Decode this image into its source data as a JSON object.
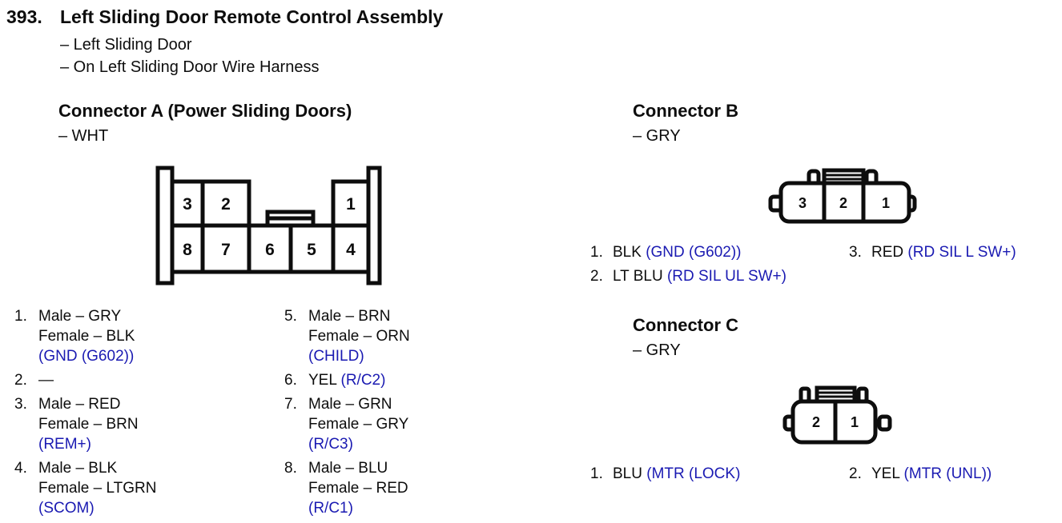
{
  "colors": {
    "ink": "#0d0d0d",
    "link_blue": "#1a1ab2"
  },
  "header": {
    "number": "393.",
    "title": "Left Sliding Door Remote Control Assembly",
    "location_lines": [
      "– Left Sliding Door",
      "– On Left Sliding Door Wire Harness"
    ]
  },
  "connector_a": {
    "title": "Connector A (Power Sliding Doors)",
    "housing_color": "– WHT",
    "diagram": {
      "top_cells": [
        "3",
        "2",
        "1"
      ],
      "bottom_cells": [
        "8",
        "7",
        "6",
        "5",
        "4"
      ]
    },
    "pins_left": [
      {
        "num": "1.",
        "lines": [
          {
            "black": "Male – GRY"
          },
          {
            "black": "Female – BLK"
          },
          {
            "blue": "(GND (G602))"
          }
        ]
      },
      {
        "num": "2.",
        "lines": [
          {
            "black": "—"
          }
        ]
      },
      {
        "num": "3.",
        "lines": [
          {
            "black": "Male – RED"
          },
          {
            "black": "Female – BRN"
          },
          {
            "blue": "(REM+)"
          }
        ]
      },
      {
        "num": "4.",
        "lines": [
          {
            "black": "Male – BLK"
          },
          {
            "black": "Female – LTGRN"
          },
          {
            "blue": "(SCOM)"
          }
        ]
      }
    ],
    "pins_right": [
      {
        "num": "5.",
        "lines": [
          {
            "black": "Male – BRN"
          },
          {
            "black": "Female – ORN"
          },
          {
            "blue": "(CHILD)"
          }
        ]
      },
      {
        "num": "6.",
        "lines": [
          {
            "black": "YEL ",
            "blue": "(R/C2)"
          }
        ]
      },
      {
        "num": "7.",
        "lines": [
          {
            "black": "Male – GRN"
          },
          {
            "black": "Female – GRY"
          },
          {
            "blue": "(R/C3)"
          }
        ]
      },
      {
        "num": "8.",
        "lines": [
          {
            "black": "Male – BLU"
          },
          {
            "black": "Female – RED"
          },
          {
            "blue": "(R/C1)"
          }
        ]
      }
    ]
  },
  "connector_b": {
    "title": "Connector B",
    "housing_color": "– GRY",
    "diagram": {
      "cells": [
        "3",
        "2",
        "1"
      ]
    },
    "pins_left": [
      {
        "num": "1.",
        "lines": [
          {
            "black": "BLK ",
            "blue": "(GND (G602))"
          }
        ]
      },
      {
        "num": "2.",
        "lines": [
          {
            "black": "LT BLU ",
            "blue": "(RD SIL UL SW+)"
          }
        ]
      }
    ],
    "pins_right": [
      {
        "num": "3.",
        "lines": [
          {
            "black": "RED ",
            "blue": "(RD SIL L SW+)"
          }
        ]
      }
    ]
  },
  "connector_c": {
    "title": "Connector C",
    "housing_color": "– GRY",
    "diagram": {
      "cells": [
        "2",
        "1"
      ]
    },
    "pins_left": [
      {
        "num": "1.",
        "lines": [
          {
            "black": "BLU ",
            "blue": "(MTR (LOCK)"
          }
        ]
      }
    ],
    "pins_right": [
      {
        "num": "2.",
        "lines": [
          {
            "black": "YEL ",
            "blue": "(MTR (UNL))"
          }
        ]
      }
    ]
  }
}
